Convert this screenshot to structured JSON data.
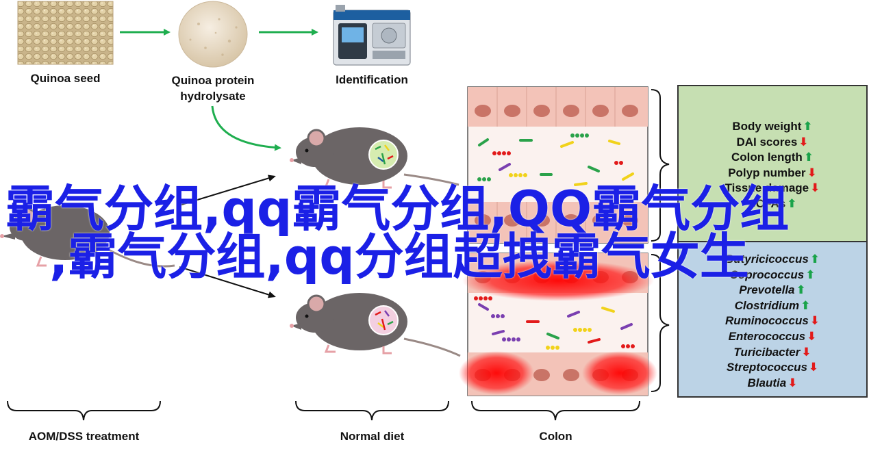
{
  "labels": {
    "quinoa_seed": "Quinoa seed",
    "quinoa_protein_line1": "Quinoa protein",
    "quinoa_protein_line2": "hydrolysate",
    "identification": "Identification",
    "aom_dss": "AOM/DSS treatment",
    "normal_diet": "Normal diet",
    "colon": "Colon"
  },
  "phenotypes": [
    {
      "name": "Body weight",
      "dir": "up"
    },
    {
      "name": "DAI scores",
      "dir": "down"
    },
    {
      "name": "Colon length",
      "dir": "up"
    },
    {
      "name": "Polyp number",
      "dir": "down"
    },
    {
      "name": "Tissue damage",
      "dir": "down"
    },
    {
      "name": "SCFAs",
      "dir": "up"
    }
  ],
  "bacteria": [
    {
      "name": "Butyricicoccus",
      "dir": "up"
    },
    {
      "name": "Coprococcus",
      "dir": "up"
    },
    {
      "name": "Prevotella",
      "dir": "up"
    },
    {
      "name": "Clostridium",
      "dir": "up"
    },
    {
      "name": "Ruminococcus",
      "dir": "down"
    },
    {
      "name": "Enterococcus",
      "dir": "down"
    },
    {
      "name": "Turicibacter",
      "dir": "down"
    },
    {
      "name": "Streptococcus",
      "dir": "down"
    },
    {
      "name": "Blautia",
      "dir": "down"
    }
  ],
  "watermark": {
    "line1": "霸气分组,qq霸气分组,QQ霸气分组",
    "line2": ",霸气分组,qq分组超拽霸气女生"
  },
  "arrow_symbols": {
    "up": "⬆",
    "down": "⬇"
  },
  "colors": {
    "flow_arrow": "#1fae4f",
    "up": "#1aa34a",
    "down": "#e21a1a",
    "watermark": "#1b20e6",
    "phenotype_panel": "#c6dfb2",
    "bacteria_panel": "#bcd3e6"
  }
}
